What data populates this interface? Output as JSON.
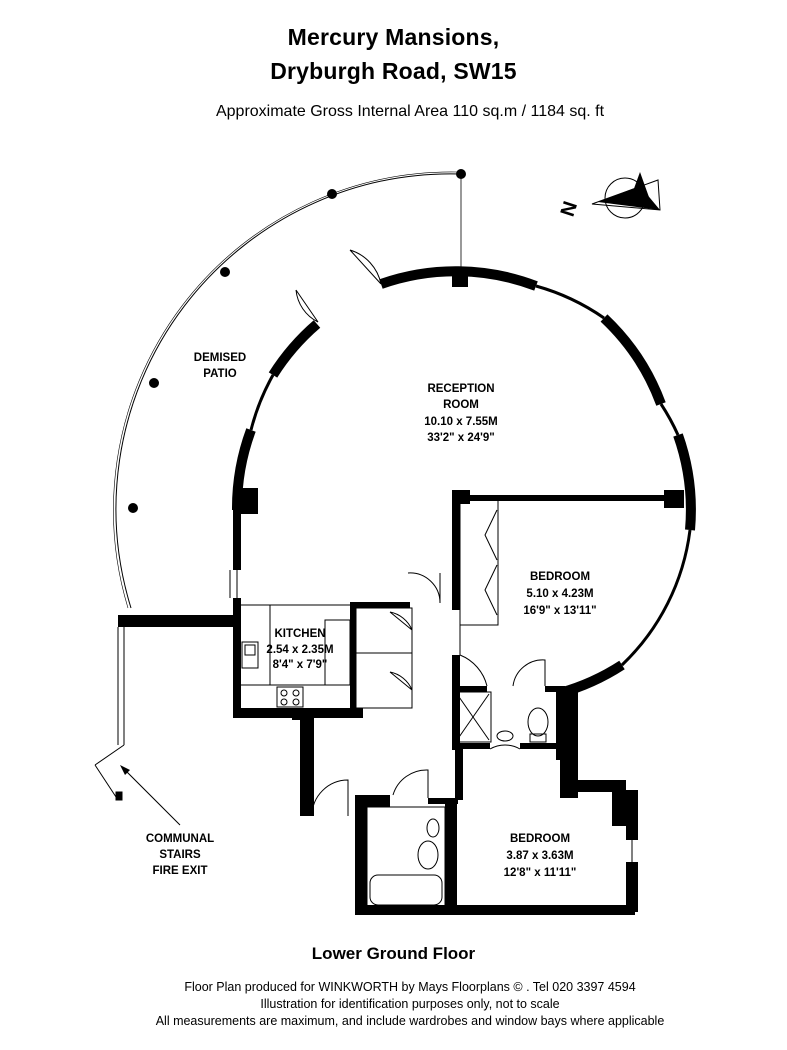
{
  "header": {
    "title_line1": "Mercury Mansions,",
    "title_line2": "Dryburgh Road, SW15",
    "area": "Approximate Gross Internal Area 110 sq.m  /  1184 sq. ft"
  },
  "compass": {
    "label": "N"
  },
  "labels": {
    "patio_1": "DEMISED",
    "patio_2": "PATIO",
    "stairs_1": "COMMUNAL",
    "stairs_2": "STAIRS",
    "stairs_3": "FIRE EXIT"
  },
  "rooms": {
    "reception": {
      "name1": "RECEPTION",
      "name2": "ROOM",
      "metric": "10.10 x 7.55M",
      "imperial": "33'2\" x 24'9\""
    },
    "bedroom1": {
      "name": "BEDROOM",
      "metric": "5.10 x 4.23M",
      "imperial": "16'9\" x 13'11\""
    },
    "kitchen": {
      "name": "KITCHEN",
      "metric": "2.54 x 2.35M",
      "imperial": "8'4\" x 7'9\""
    },
    "bedroom2": {
      "name": "BEDROOM",
      "metric": "3.87 x 3.63M",
      "imperial": "12'8\" x 11'11\""
    }
  },
  "floor_label": "Lower Ground Floor",
  "footer": {
    "line1": "Floor Plan produced for WINKWORTH by Mays Floorplans © . Tel 020 3397 4594",
    "line2": "Illustration for identification purposes only, not to scale",
    "line3": "All measurements are maximum, and include wardrobes and window bays where applicable"
  }
}
